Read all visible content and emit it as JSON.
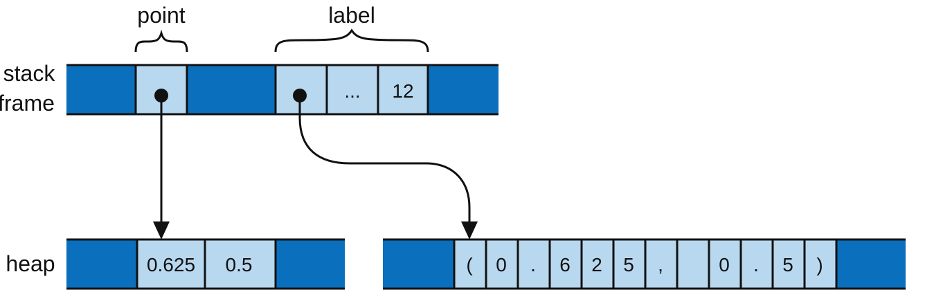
{
  "labels": {
    "point": "point",
    "label": "label",
    "stack_line1": "stack",
    "stack_line2": "frame",
    "heap": "heap"
  },
  "stack_frame": {
    "cells": [
      "",
      "",
      "",
      "",
      "...",
      "12",
      ""
    ]
  },
  "heap_point": {
    "cells": [
      "",
      "0.625",
      "0.5",
      ""
    ]
  },
  "heap_label": {
    "cells": [
      "",
      "(",
      "0",
      ".",
      "6",
      "2",
      "5",
      ",",
      "",
      "0",
      ".",
      "5",
      ")",
      ""
    ]
  },
  "colors": {
    "dark_block": "#0a6fbd",
    "light_cell": "#b8d8ef",
    "line": "#111111"
  }
}
